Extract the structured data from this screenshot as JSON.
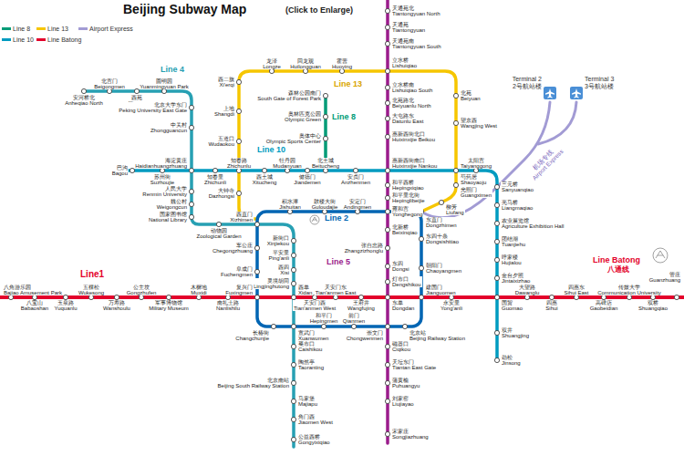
{
  "diagram": {
    "title": "Beijing Subway Map",
    "labels": [
      "安河桥北",
      "Anheqiao North",
      "北宫门",
      "Beigongmen",
      "西苑",
      "Xiyuan",
      "圆明园",
      "Yuanmingyuan Park",
      "北京大学东门",
      "Peking University East Gate",
      "中关村",
      "Zhongguancun",
      "海淀黄庄",
      "Haidianhuangzhuang",
      "人民大学",
      "Renmin University",
      "魏公村",
      "Weigongcun",
      "国家图书馆",
      "National Library",
      "动物园",
      "Zoological Garden",
      "西直门",
      "Xizhimen",
      "新街口",
      "Xinjiekou",
      "平安里",
      "Ping'anli",
      "西四",
      "Xisi",
      "灵境胡同",
      "Lingjinghutong",
      "西单",
      "Xidan",
      "宣武门",
      "Xuanwumen",
      "菜市口",
      "Caishikou",
      "陶然亭",
      "Taoranting",
      "北京南站",
      "Beijing South Railway Station",
      "马家堡",
      "Majiapu",
      "角门西",
      "Jiaomen West",
      "公益西桥",
      "Gongyixiqiao",
      "积水潭",
      "Jishuitan",
      "鼓楼大街",
      "Guloudajie",
      "安定门",
      "Andingmen",
      "雍和宫",
      "Yonghegong",
      "东直门",
      "Dongzhimen",
      "东四十条",
      "Dongsishitiao",
      "朝阳门",
      "Chaoyangmen",
      "建国门",
      "Jianguomen",
      "北京站",
      "Beijing Railway Station",
      "崇文门",
      "Chongwenmen",
      "前门",
      "Qianmen",
      "和平门",
      "Hepingmen",
      "长椿街",
      "Changchunjie",
      "复兴门",
      "Fuxingmen",
      "阜成门",
      "Fuchengmen",
      "车公庄",
      "Chegongzhuang",
      "天通苑北",
      "Tiantongyuan North",
      "天通苑",
      "Tiantongyuan",
      "天通苑南",
      "Tiantongyuan South",
      "立水桥",
      "Lishuiqiao",
      "立水桥南",
      "Lishuiqiao South",
      "北苑路北",
      "Beiyuanlu North",
      "大屯路东",
      "Datunlu East",
      "惠新西街北口",
      "Huixinxijie Beikou",
      "惠新西街南口",
      "Huixinxijie Nankou",
      "和平西桥",
      "Hepingxiqiao",
      "和平里北街",
      "Hepinglibeijie",
      "北新桥",
      "Beixinqiao",
      "张自忠路",
      "Zhangzizhonglu",
      "东四",
      "Dongsi",
      "灯市口",
      "Dengshikou",
      "东单",
      "Dongdan",
      "磁器口",
      "Ciqikou",
      "天坛东门",
      "Tiantan East Gate",
      "蒲黄榆",
      "Puhuangyu",
      "刘家窑",
      "Liujiayao",
      "宋家庄",
      "Songjiazhuang",
      "大钟寺",
      "Dazhongsi",
      "知春路",
      "Zhichunlu",
      "五道口",
      "Wudaokou",
      "上地",
      "Shangdi",
      "西二旗",
      "Xi'erqi",
      "龙泽",
      "Longze",
      "回龙观",
      "Huilongguan",
      "霍营",
      "Huoying",
      "北苑",
      "Beiyuan",
      "望京西",
      "Wangjing West",
      "芍药居",
      "Shaoyaoju",
      "光熙门",
      "Guangximen",
      "柳芳",
      "Liufang",
      "森林公园南门",
      "South Gate of Forest Park",
      "奥林匹克公园",
      "Olympic Green",
      "奥体中心",
      "Olympic Sports Center",
      "巴沟",
      "Bagou",
      "苏州街",
      "Suzhoujie",
      "知春里",
      "Zhichunli",
      "西土城",
      "Xitucheng",
      "牡丹园",
      "Mudanyuan",
      "健德门",
      "Jiandemen",
      "北土城",
      "Beitucheng",
      "安贞门",
      "Anzhenmen",
      "太阳宫",
      "Taiyanggong",
      "三元桥",
      "Sanyuanqiao",
      "亮马桥",
      "Liangmaqiao",
      "农业展览馆",
      "Agriculture Exhibition Hall",
      "团结湖",
      "Tuanjiehu",
      "呼家楼",
      "Hujialou",
      "金台夕照",
      "Jintaixizhao",
      "国贸",
      "Guomao",
      "双井",
      "Shuangjing",
      "劲松",
      "Jinsong",
      "八角游乐园",
      "Bajiao Amusement Park",
      "八宝山",
      "Babaoshan",
      "玉泉路",
      "Yuquanlu",
      "五棵松",
      "Wukesong",
      "万寿路",
      "Wanshoulu",
      "公主坟",
      "Gongzhufen",
      "军事博物馆",
      "Military Museum",
      "木樨地",
      "Muxidi",
      "南礼士路",
      "Nanlishilu",
      "天安门西",
      "Tian'anmen West",
      "天安门东",
      "Tian'anmen East",
      "王府井",
      "Wangfujing",
      "永安里",
      "Yong'anli",
      "大望路",
      "Dawanglu",
      "四惠",
      "Sihui",
      "四惠东",
      "Sihui East",
      "高碑店",
      "Gaobeidian",
      "传媒大学",
      "Communication University",
      "双桥",
      "Shuangqiao",
      "管庄",
      "Guanzhuang",
      "(Click to Enlarge)",
      "Line 4",
      "Line 13",
      "Line 8",
      "Line 10",
      "Line 2",
      "Line 5",
      "Line1",
      "Line Batong",
      "八通线",
      "Terminal 2",
      "2号航站楼",
      "Terminal 3",
      "3号航站楼",
      "机场专线",
      "Airport Express"
    ],
    "legend": [
      {
        "text": "Line 8",
        "color": "#009b77"
      },
      {
        "text": "Line 13",
        "color": "#f6c600"
      },
      {
        "text": "Airport Express",
        "color": "#a29bd4"
      },
      {
        "text": "Line 10",
        "color": "#009bc0"
      },
      {
        "text": "Line Batong",
        "color": "#e3002b"
      }
    ]
  }
}
